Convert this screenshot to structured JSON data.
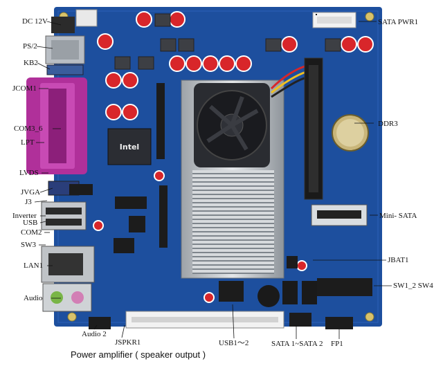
{
  "labels": {
    "dc12v": "DC 12V",
    "ps2": "PS/2",
    "kb2": "KB2",
    "jcom1": "JCOM1",
    "com3_6": "COM3_6",
    "lpt": "LPT",
    "lvds": "LVDS",
    "jvga": "JVGA",
    "j3": "J3",
    "inverter": "Inverter",
    "usb": "USB",
    "com2": "COM2",
    "sw3": "SW3",
    "lan1": "LAN1",
    "audio": "Audio",
    "audio2": "Audio 2",
    "jspkr1": "JSPKR1",
    "usb1_2": "USB1～2",
    "sata1_2": "SATA 1~SATA 2",
    "fp1": "FP1",
    "sata_pwr1": "SATA PWR1",
    "ddr3": "DDR3",
    "mini_sata": "Mini- SATA",
    "jbat1": "JBAT1",
    "sw1_2_sw4": "SW1_2  SW4"
  },
  "caption": "Power amplifier ( speaker output )",
  "chip_marking": "Intel",
  "colors": {
    "pcb": "#1d4f9e",
    "pcb_dark": "#153a78",
    "heatsink": "#c9ccd0",
    "lpt_port": "#b0309a",
    "capacitor_red": "#d8262a",
    "slot_white": "#f2f2f2"
  }
}
